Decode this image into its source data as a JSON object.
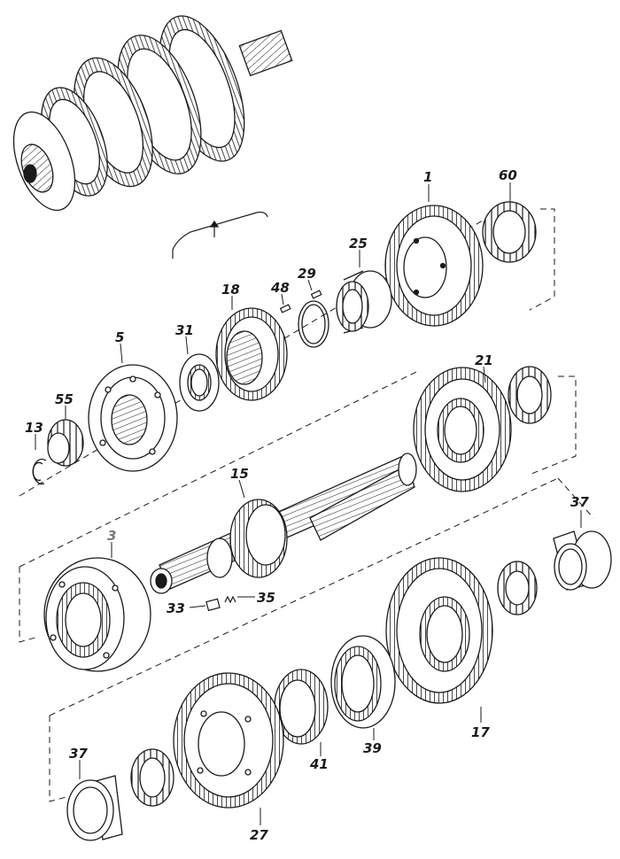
{
  "labels": {
    "p1": "1",
    "p60": "60",
    "p25": "25",
    "p48": "48",
    "p29": "29",
    "p18": "18",
    "p31": "31",
    "p5": "5",
    "p55": "55",
    "p13": "13",
    "p21": "21",
    "p15": "15",
    "p37a": "37",
    "p3": "3",
    "p33": "33",
    "p35": "35",
    "p17": "17",
    "p39": "39",
    "p41": "41",
    "p37b": "37",
    "p27": "27"
  },
  "colors": {
    "line": "#1a1a1a",
    "paper": "#ffffff",
    "label_gray": "#777777"
  }
}
